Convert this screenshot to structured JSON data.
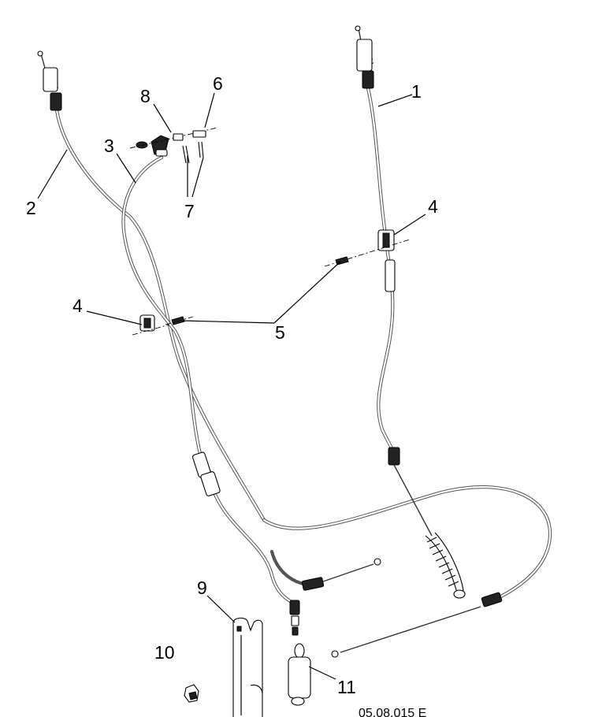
{
  "callouts": {
    "c1": "1",
    "c2": "2",
    "c3": "3",
    "c4a": "4",
    "c4b": "4",
    "c5a": "5",
    "c5b": "5",
    "c6": "6",
    "c7": "7",
    "c8": "8",
    "c9": "9",
    "c10": "10",
    "c11": "11"
  },
  "drawing_code": "05.08.015 E",
  "colors": {
    "line": "#000000",
    "cable": "#555555",
    "background": "#ffffff"
  }
}
